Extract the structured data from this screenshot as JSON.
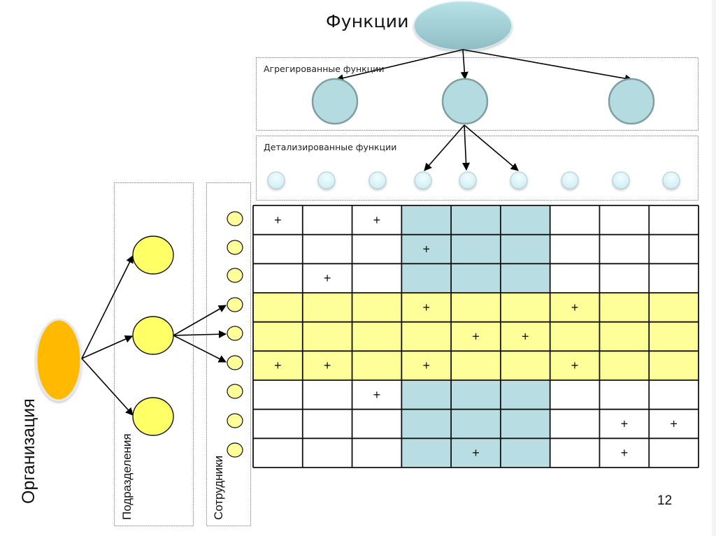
{
  "slide": {
    "title": "Функции",
    "page_number": "12",
    "aggregated_box_label": "Агрегированные функции",
    "detailed_box_label": "Детализированные функции",
    "organization_label": "Организация",
    "departments_label": "Подразделения",
    "employees_label": "Сотрудники"
  },
  "colors": {
    "function_fill": "#b4dbe0",
    "function_stroke": "#7f9ea2",
    "detail_fill": "#dff5f8",
    "organization_fill": "#ffba00",
    "department_fill": "#ffff66",
    "employee_fill": "#ffff99",
    "column_highlight": "#b8dde2",
    "row_highlight": "#ffff99",
    "grid_line": "#111111"
  },
  "hierarchy": {
    "root_function": "Функции",
    "aggregated_functions_count": 3,
    "detailed_functions_count": 9,
    "highlighted_aggregated_index": 1,
    "detailed_children_of_highlighted": [
      3,
      4,
      5
    ],
    "departments_count": 3,
    "highlighted_department_index": 1,
    "employees_count": 9,
    "employees_of_highlighted_department": [
      3,
      4,
      5
    ]
  },
  "matrix": {
    "rows": 9,
    "cols": 9,
    "highlighted_columns": [
      3,
      4,
      5
    ],
    "highlighted_rows": [
      3,
      4,
      5
    ],
    "mark": "+",
    "cells": [
      [
        "+",
        "",
        "+",
        "",
        "",
        "",
        "",
        "",
        ""
      ],
      [
        "",
        "",
        "",
        "+",
        "",
        "",
        "",
        "",
        ""
      ],
      [
        "",
        "+",
        "",
        "",
        "",
        "",
        "",
        "",
        ""
      ],
      [
        "",
        "",
        "",
        "+",
        "",
        "",
        "+",
        "",
        ""
      ],
      [
        "",
        "",
        "",
        "",
        "+",
        "+",
        "",
        "",
        ""
      ],
      [
        "+",
        "+",
        "",
        "+",
        "",
        "",
        "+",
        "",
        ""
      ],
      [
        "",
        "",
        "+",
        "",
        "",
        "",
        "",
        "",
        ""
      ],
      [
        "",
        "",
        "",
        "",
        "",
        "",
        "",
        "+",
        "+"
      ],
      [
        "",
        "",
        "",
        "",
        "+",
        "",
        "",
        "+",
        ""
      ]
    ]
  }
}
